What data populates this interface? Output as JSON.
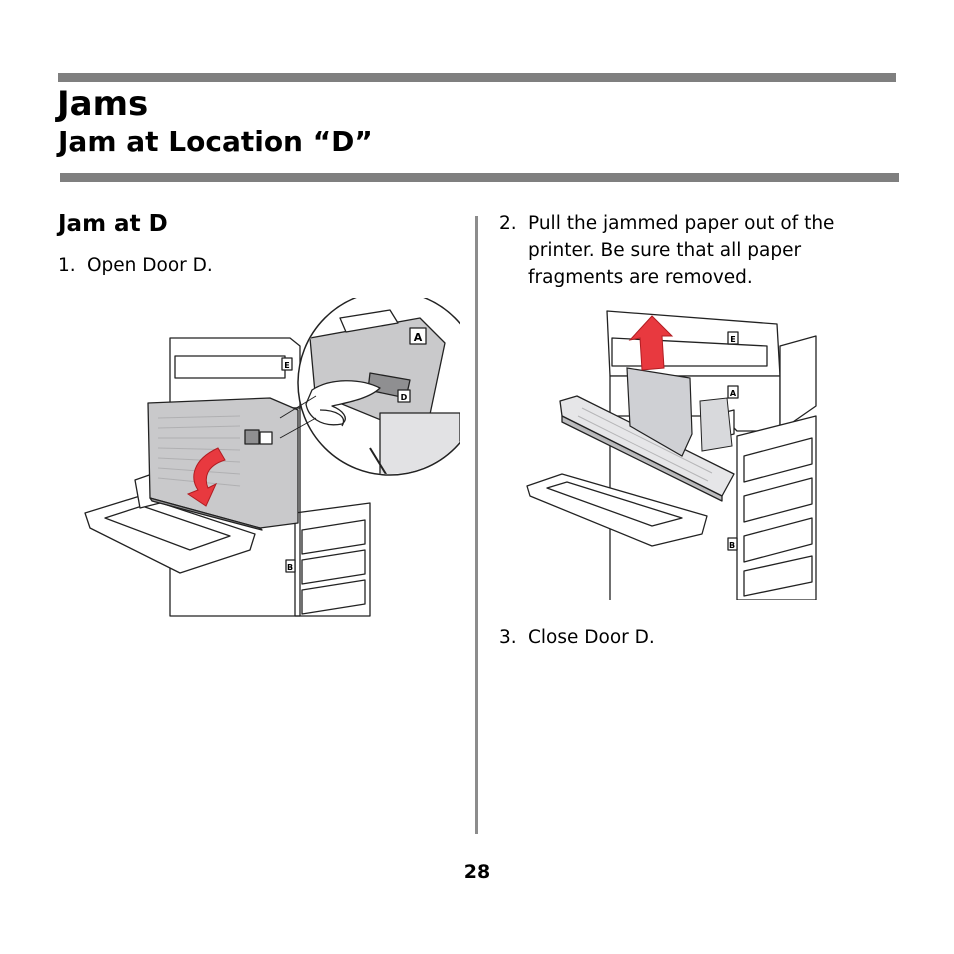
{
  "header": {
    "title": "Jams",
    "subtitle": "Jam at Location “D”"
  },
  "section": {
    "heading": "Jam at D"
  },
  "steps": [
    {
      "number": "1.",
      "text": "Open Door D."
    },
    {
      "number": "2.",
      "text": "Pull the jammed paper out of the printer. Be sure that all paper fragments are removed."
    },
    {
      "number": "3.",
      "text": "Close Door D."
    }
  ],
  "figures": {
    "fig1_labels": {
      "e": "E",
      "b": "B",
      "a": "A",
      "d": "D"
    },
    "fig2_labels": {
      "e": "E",
      "a": "A",
      "b": "B"
    }
  },
  "footer": {
    "page_number": "28"
  },
  "colors": {
    "rule": "#7f7f7f",
    "arrow": "#e8393f",
    "door": "#c9c9cb"
  }
}
